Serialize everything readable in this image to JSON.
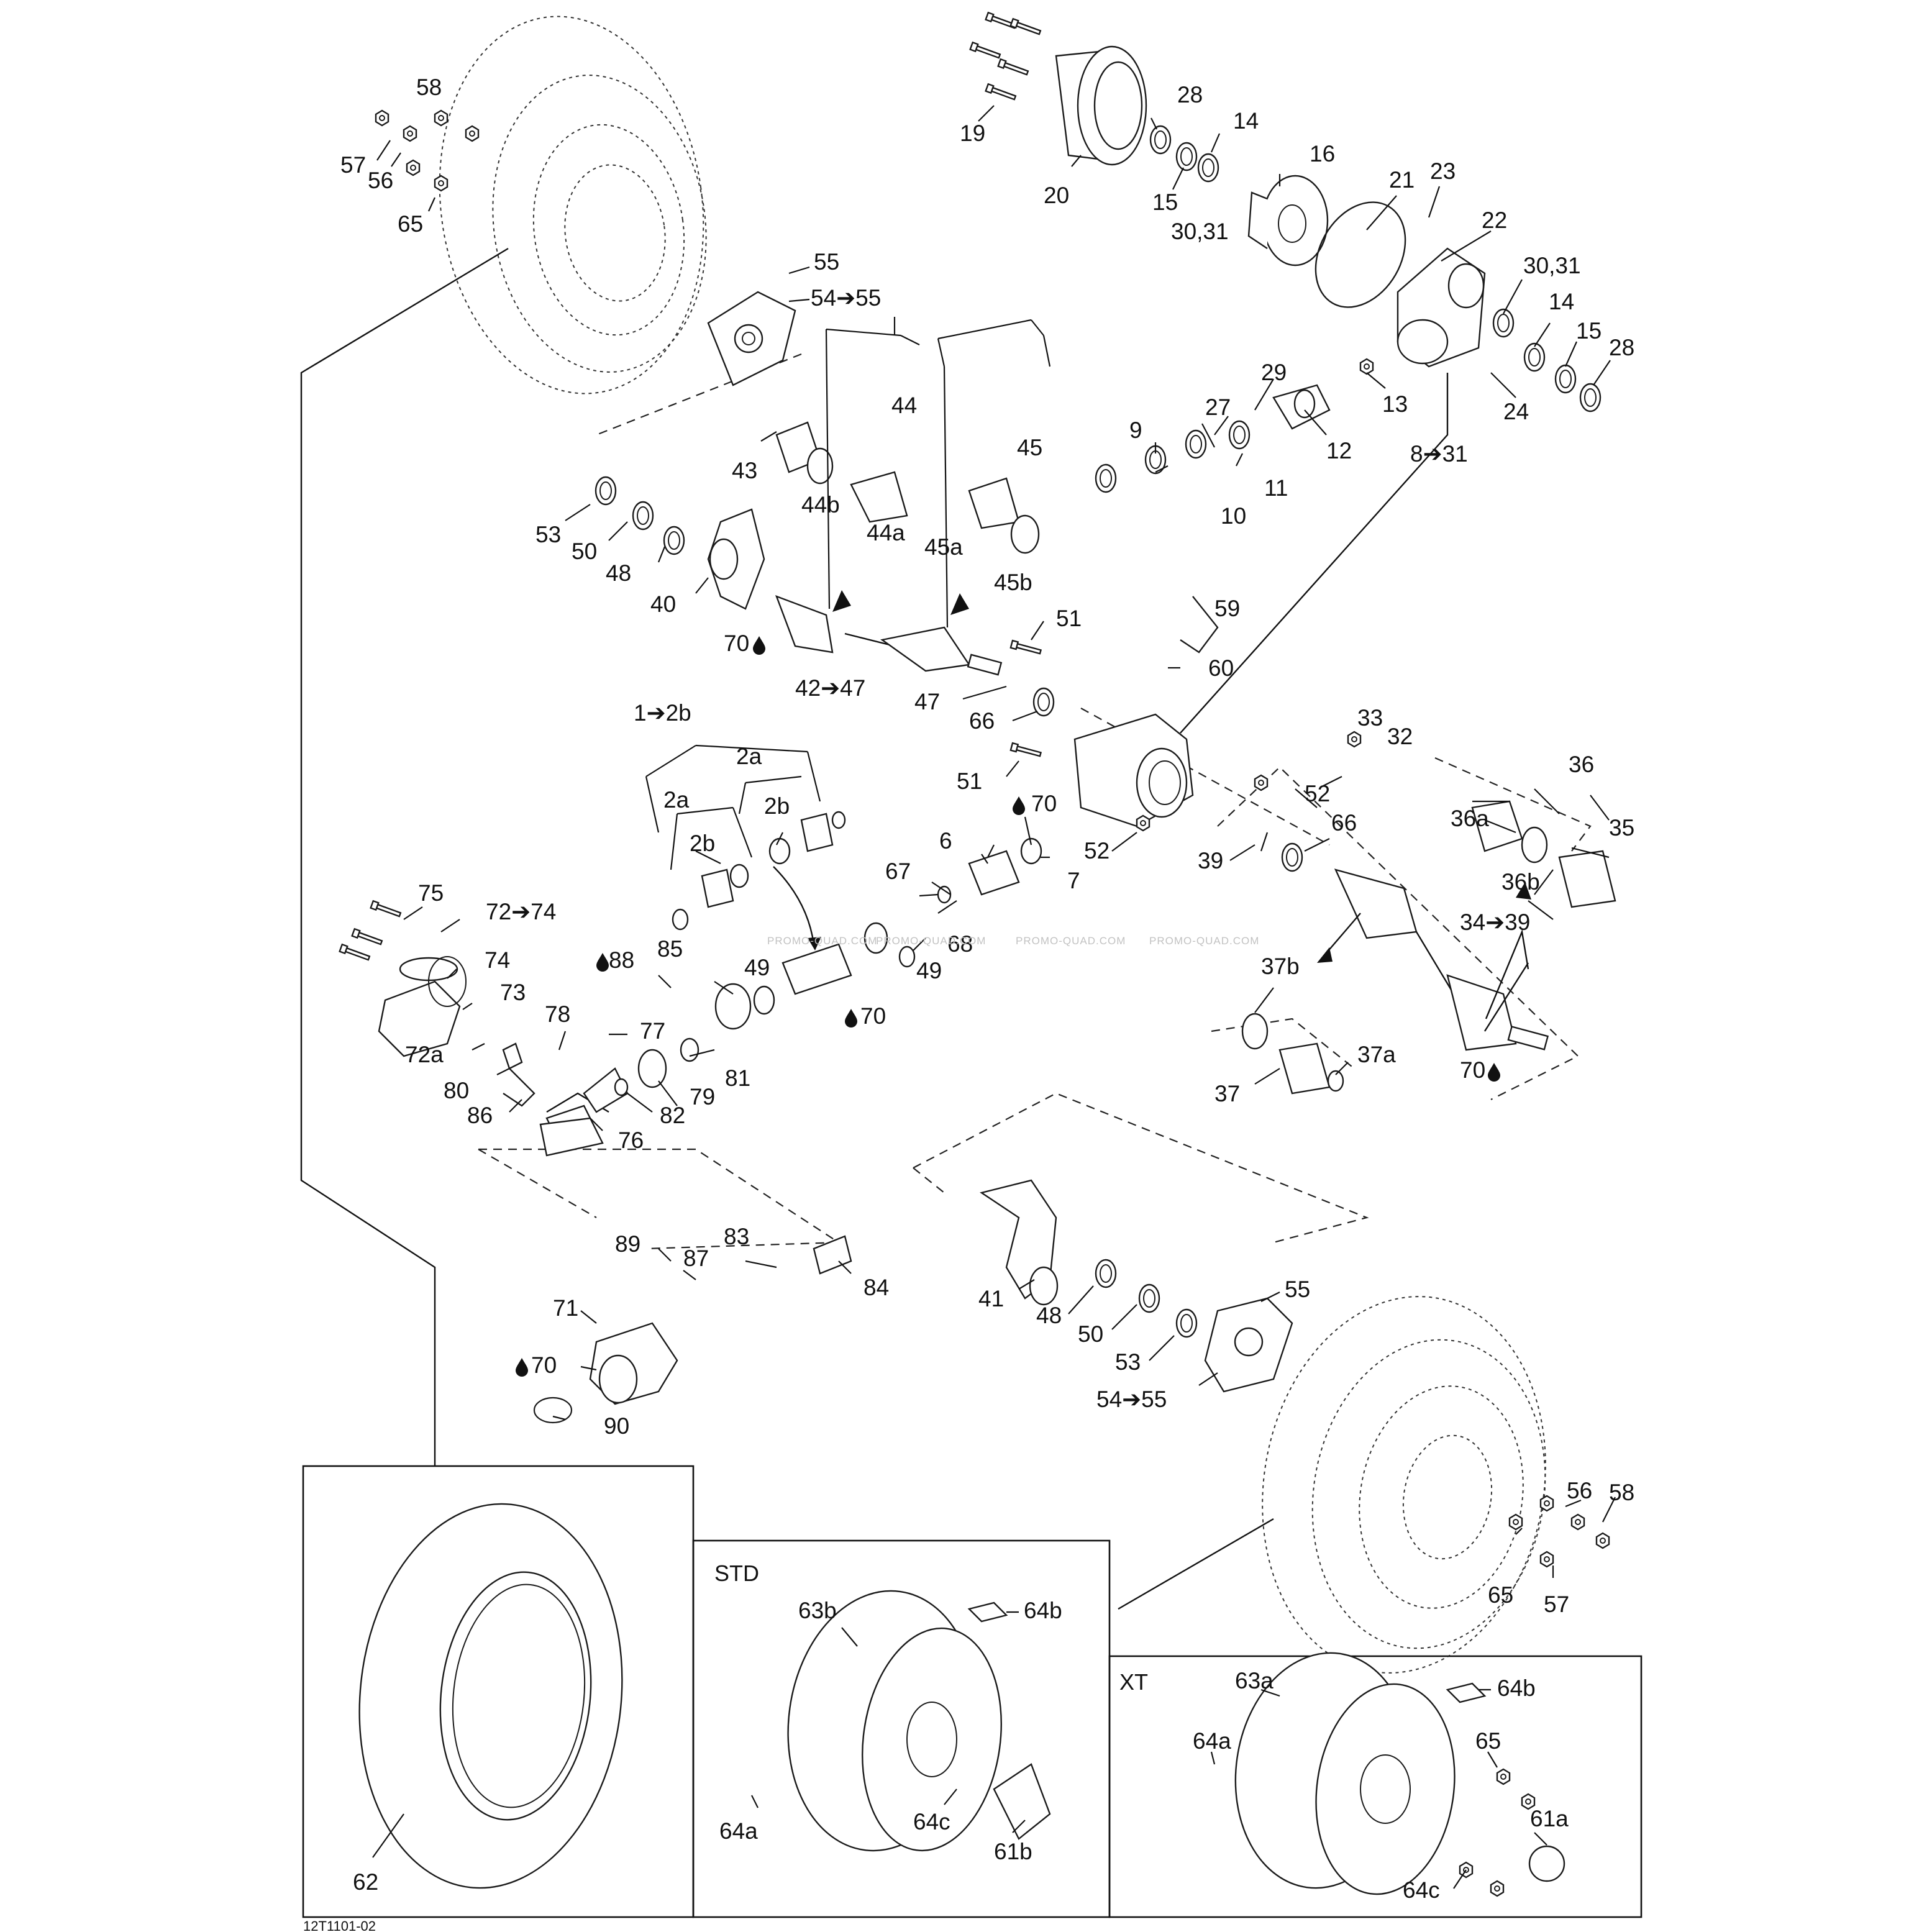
{
  "diagram": {
    "part_labels": {
      "l58a": "58",
      "l57a": "57",
      "l56a": "56",
      "l65a": "65",
      "l55a": "55",
      "l54a": "54➔55",
      "l19": "19",
      "l20": "20",
      "l28a": "28",
      "l14a": "14",
      "l15a": "15",
      "l3031a": "30,31",
      "l16": "16",
      "l21": "21",
      "l23": "23",
      "l22": "22",
      "l3031b": "30,31",
      "l14b": "14",
      "l15b": "15",
      "l28b": "28",
      "l24": "24",
      "l13": "13",
      "l29": "29",
      "l27": "27",
      "l9": "9",
      "l12": "12",
      "l10": "10",
      "l11": "11",
      "l831": "8➔31",
      "l44": "44",
      "l45": "45",
      "l43": "43",
      "l53a": "53",
      "l44b": "44b",
      "l44a": "44a",
      "l45a": "45a",
      "l45b": "45b",
      "l50a": "50",
      "l48a": "48",
      "l40": "40",
      "l70a": "70",
      "l4247": "42➔47",
      "l47": "47",
      "l66a": "66",
      "l51a": "51",
      "l59": "59",
      "l60": "60",
      "l12b": "1➔2b",
      "l2a1": "2a",
      "l2a2": "2a",
      "l2b1": "2b",
      "l2b2": "2b",
      "l51b": "51",
      "l70b": "70",
      "l33": "33",
      "l32": "32",
      "l36": "36",
      "l6": "6",
      "l7": "7",
      "l52a": "52",
      "l52b": "52",
      "l66b": "66",
      "l36a": "36a",
      "l35": "35",
      "l39": "39",
      "l67": "67",
      "l68": "68",
      "l36b": "36b",
      "l3439": "34➔39",
      "l75": "75",
      "l7274": "72➔74",
      "l74": "74",
      "l73": "73",
      "l49a": "49",
      "l49b": "49",
      "l85": "85",
      "l88": "88",
      "l70c": "70",
      "l37b": "37b",
      "l78": "78",
      "l77": "77",
      "l72a": "72a",
      "l80": "80",
      "l86": "86",
      "l81": "81",
      "l79": "79",
      "l82": "82",
      "l76": "76",
      "l37": "37",
      "l37a": "37a",
      "l70d": "70",
      "l89": "89",
      "l83": "83",
      "l87": "87",
      "l84": "84",
      "l71": "71",
      "l70e": "70",
      "l90": "90",
      "l41": "41",
      "l48b": "48",
      "l50b": "50",
      "l53b": "53",
      "l55b": "55",
      "l5455b": "54➔55",
      "l56b": "56",
      "l58b": "58",
      "l65b": "65",
      "l57b": "57",
      "l62": "62",
      "l63b": "63b",
      "l64b1": "64b",
      "l64a1": "64a",
      "l64c1": "64c",
      "l61b": "61b",
      "l63a": "63a",
      "l64b2": "64b",
      "l64a2": "64a",
      "l65c": "65",
      "l61a": "61a",
      "l64c2": "64c"
    },
    "sections": {
      "std": "STD",
      "xt": "XT"
    },
    "watermarks": [
      "PROMO-QUAD.COM",
      "PROMO-QUAD.COM",
      "PROMO-QUAD.COM",
      "PROMO-QUAD.COM"
    ],
    "drawing_code": "12T1101-02",
    "icons": {
      "drop": "oil-drop-icon",
      "arrow": "arrow-right-icon"
    }
  }
}
